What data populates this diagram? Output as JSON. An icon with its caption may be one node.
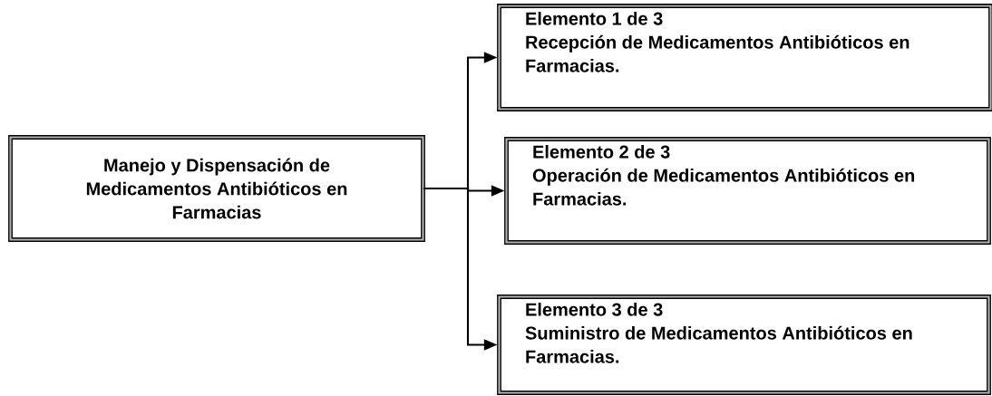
{
  "diagram": {
    "nodes": [
      {
        "text": [
          "Manejo y Dispensación de Medicamentos Antibióticos en Farmacias"
        ]
      },
      {
        "text": [
          "Elemento 1 de 3",
          "Recepción de Medicamentos Antibióticos en Farmacias."
        ]
      },
      {
        "text": [
          "Elemento 2 de 3",
          "Operación de Medicamentos Antibióticos en Farmacias."
        ]
      },
      {
        "text": [
          "Elemento 3 de 3",
          "Suministro de Medicamentos Antibióticos en Farmacias."
        ]
      }
    ],
    "edges": [
      {
        "from": 0,
        "to": 1,
        "arrow": "to"
      },
      {
        "from": 0,
        "to": 2,
        "arrow": "to"
      },
      {
        "from": 0,
        "to": 3,
        "arrow": "to"
      }
    ]
  }
}
